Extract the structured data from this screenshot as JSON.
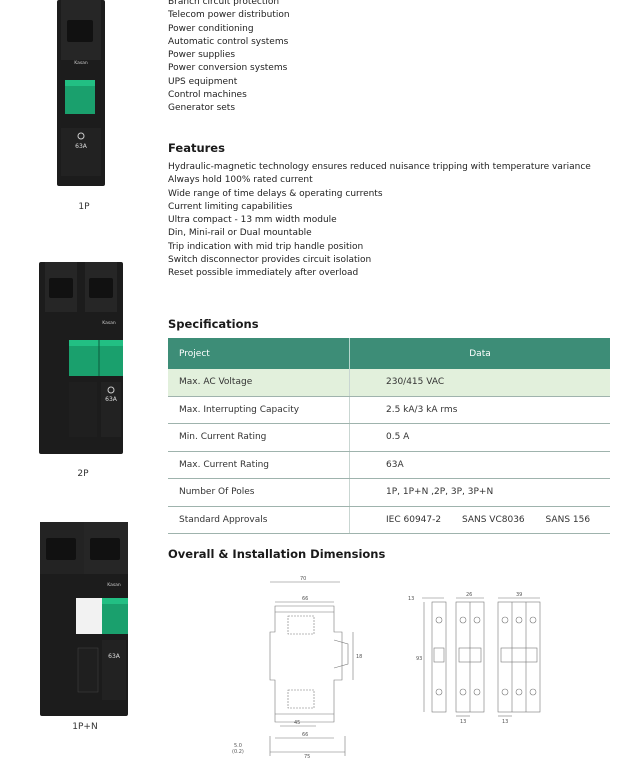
{
  "applications": [
    "Branch circuit protection",
    "Telecom power distribution",
    "Power conditioning",
    "Automatic control systems",
    "Power supplies",
    "Power conversion systems",
    "UPS equipment",
    "Control machines",
    "Generator sets"
  ],
  "features": {
    "title": "Features",
    "items": [
      "Hydraulic-magnetic technology ensures reduced nuisance tripping with temperature variance",
      "Always hold 100% rated current",
      "Wide range of time delays & operating currents",
      "Current limiting capabilities",
      "Ultra compact - 13 mm width module",
      "Din, Mini-rail or Dual mountable",
      "Trip indication with mid trip handle position",
      "Switch disconnector provides circuit isolation",
      "Reset possible immediately after overload"
    ]
  },
  "specifications": {
    "title": "Specifications",
    "header": {
      "project": "Project",
      "data": "Data"
    },
    "rows": [
      {
        "project": "Max. AC Voltage",
        "data": "230/415  VAC"
      },
      {
        "project": "Max. Interrupting Capacity",
        "data": "2.5 kA/3 kA  rms"
      },
      {
        "project": "Min. Current Rating",
        "data": "0.5  A"
      },
      {
        "project": "Max. Current Rating",
        "data": "63A"
      },
      {
        "project": "Number  Of  Poles",
        "data": "1P, 1P+N ,2P, 3P, 3P+N"
      }
    ],
    "approvals": {
      "project": "Standard  Approvals",
      "values": [
        "IEC 60947-2",
        "SANS VC8036",
        "SANS 156"
      ]
    }
  },
  "products": {
    "p1": {
      "caption": "1P",
      "brand": "Kasan",
      "rating": "63A"
    },
    "p2": {
      "caption": "2P",
      "brand": "Kasan",
      "rating": "63A"
    },
    "p3": {
      "caption": "1P+N",
      "brand": "Kasan",
      "rating": "63A"
    }
  },
  "dimensions": {
    "title": "Overall & Installation Dimensions",
    "side": {
      "d70": "70",
      "d66": "66",
      "d45": "45",
      "d66b": "66",
      "d75": "75",
      "d18": "18",
      "d5": "5.0",
      "d5b": "(0.2)"
    },
    "front": {
      "d13": "13",
      "d26": "26",
      "d39": "39",
      "d93": "93",
      "d13b": "13",
      "d13c": "13"
    }
  },
  "colors": {
    "accent": "#3d8d77",
    "highlight": "#e2f0dc",
    "handle": "#1d9a6c"
  }
}
